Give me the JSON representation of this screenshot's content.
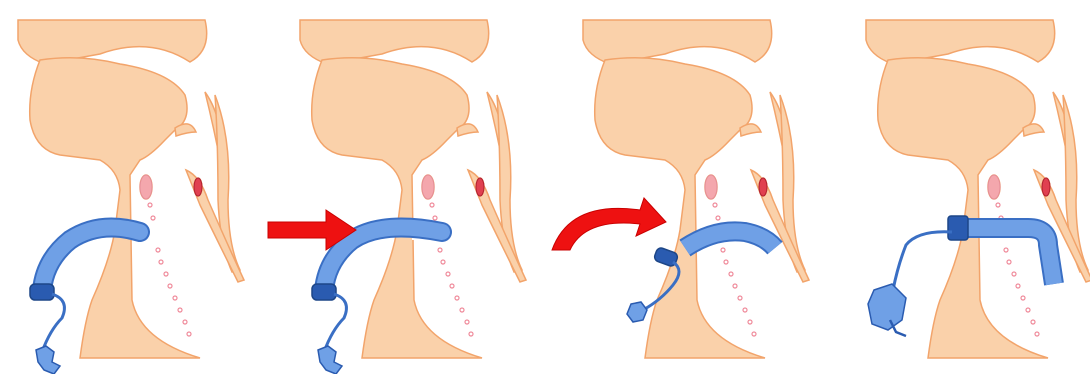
{
  "figure": {
    "panels": [
      {
        "id": 1,
        "tube_state": "outside-neck-before-stoma"
      },
      {
        "id": 2,
        "tube_state": "tube-tip-at-stoma"
      },
      {
        "id": 3,
        "tube_state": "tube-rotating-into-stoma"
      },
      {
        "id": 4,
        "tube_state": "tube-in-trachea-cuff-inflated"
      }
    ],
    "arrows": [
      {
        "id": 1,
        "kind": "straight",
        "color": "#ee1111"
      },
      {
        "id": 2,
        "kind": "curved",
        "color": "#ee1111"
      }
    ],
    "colors": {
      "tissue_fill": "#fad1aa",
      "tissue_stroke": "#f2a46b",
      "cartilage": "#f4a7ad",
      "vessel": "#e04050",
      "tube_fill": "#6fa0e6",
      "tube_stroke": "#3a6fc4",
      "tube_dark": "#2a5bb0",
      "stoma": "#ffffff",
      "ring_dots": "#ef8a9a"
    }
  }
}
